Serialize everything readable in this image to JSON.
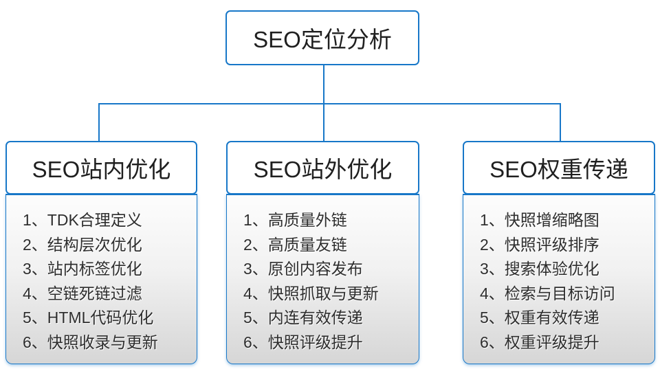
{
  "colors": {
    "accent": "#1777c8",
    "node_text": "#1f1f1f",
    "list_text": "#2d2d2d",
    "body_gradient_top": "#fdfdfd",
    "body_gradient_bottom": "#d6d6d6"
  },
  "root": {
    "label": "SEO定位分析"
  },
  "branches": [
    {
      "title": "SEO站内优化",
      "items": [
        "1、TDK合理定义",
        "2、结构层次优化",
        "3、站内标签优化",
        "4、空链死链过滤",
        "5、HTML代码优化",
        "6、快照收录与更新"
      ]
    },
    {
      "title": "SEO站外优化",
      "items": [
        "1、高质量外链",
        "2、高质量友链",
        "3、原创内容发布",
        "4、快照抓取与更新",
        "5、内连有效传递",
        "6、快照评级提升"
      ]
    },
    {
      "title": "SEO权重传递",
      "items": [
        "1、快照增缩略图",
        "2、快照评级排序",
        "3、搜索体验优化",
        "4、检索与目标访问",
        "5、权重有效传递",
        "6、权重评级提升"
      ]
    }
  ]
}
